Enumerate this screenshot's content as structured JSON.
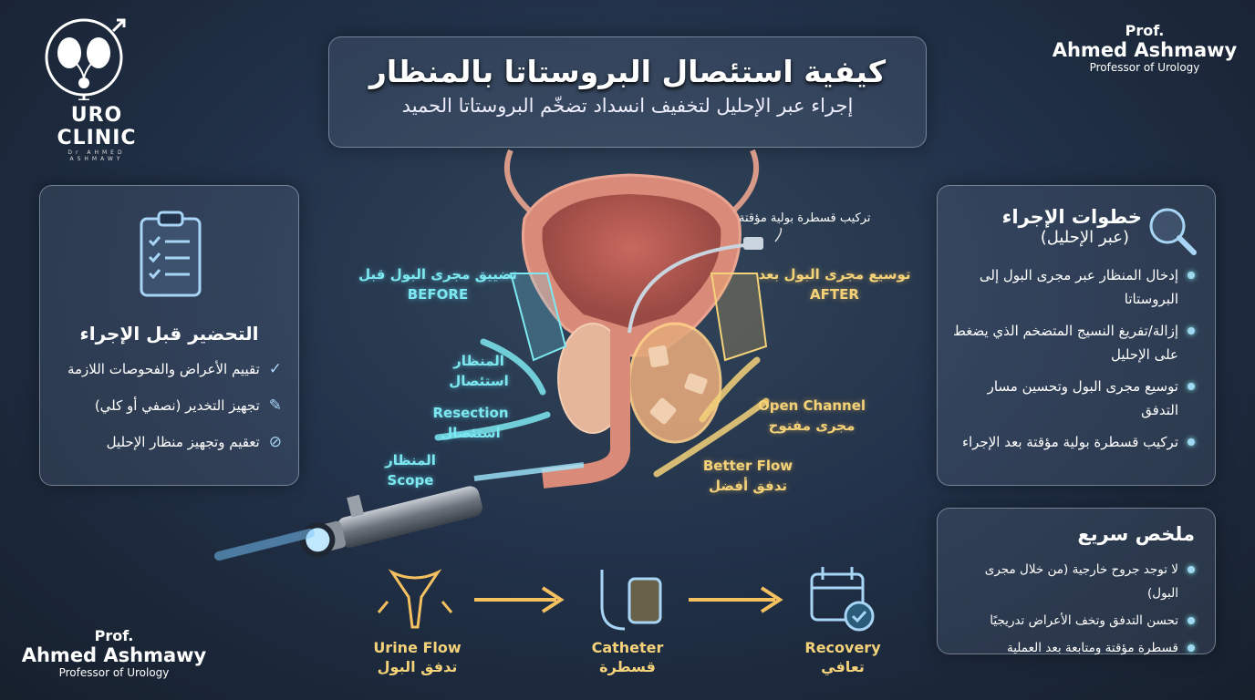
{
  "logo": {
    "name": "URO CLINIC",
    "sub": "Dr AHMED ASHMAWY"
  },
  "header": {
    "title": "كيفية استئصال البروستاتا بالمنظار",
    "subtitle": "إجراء عبر الإحليل لتخفيف انسداد تضخّم البروستاتا الحميد"
  },
  "author_top": {
    "prefix": "Prof.",
    "name": "Ahmed Ashmawy",
    "role": "Professor of Urology"
  },
  "author_bottom": {
    "prefix": "Prof.",
    "name": "Ahmed Ashmawy",
    "role": "Professor of Urology"
  },
  "prep": {
    "title": "التحضير قبل الإجراء",
    "icon": "clipboard-checklist-icon",
    "items": [
      {
        "text": "تقييم الأعراض والفحوصات اللازمة",
        "icon": "check-circle-icon"
      },
      {
        "text": "تجهيز التخدير (نصفي أو كلي)",
        "icon": "syringe-icon"
      },
      {
        "text": "تعقيم وتجهيز منظار الإحليل",
        "icon": "sterile-icon"
      }
    ]
  },
  "steps": {
    "title": "خطوات الإجراء",
    "subtitle": "(عبر الإحليل)",
    "icon": "magnifier-icon",
    "items": [
      "إدخال المنظار عبر مجرى البول إلى البروستاتا",
      "إزالة/تفريغ النسيج المتضخم الذي يضغط على الإحليل",
      "توسيع مجرى البول وتحسين مسار التدفق",
      "تركيب قسطرة بولية مؤقتة بعد الإجراء"
    ]
  },
  "summary": {
    "title": "ملخص سريع",
    "items": [
      "لا توجد جروح خارجية (من خلال مجرى البول)",
      "تحسن التدفق وتخف الأعراض تدريجيًا",
      "قسطرة مؤقتة ومتابعة بعد العملية"
    ]
  },
  "diagram": {
    "catheter_label": "تركيب قسطرة بولية مؤقتة",
    "before_ar": "تضييق مجرى البول قبل",
    "before_en": "BEFORE",
    "after_ar": "توسيع مجرى البول بعد",
    "after_en": "AFTER",
    "scope_resect_ar1": "المنظار",
    "scope_resect_ar2": "استئصال",
    "resection_en": "Resection",
    "resection_ar": "استئصال",
    "scope_ar": "المنظار",
    "scope_en": "Scope",
    "open_en": "Open Channel",
    "open_ar": "مجرى مفتوح",
    "flow_en": "Better Flow",
    "flow_ar": "تدفق أفضل"
  },
  "flow": [
    {
      "en": "Urine Flow",
      "ar": "تدفق البول",
      "icon": "urinary-tract-icon"
    },
    {
      "en": "Catheter",
      "ar": "قسطرة",
      "icon": "catheter-bag-icon"
    },
    {
      "en": "Recovery",
      "ar": "تعافي",
      "icon": "calendar-check-icon"
    }
  ]
}
